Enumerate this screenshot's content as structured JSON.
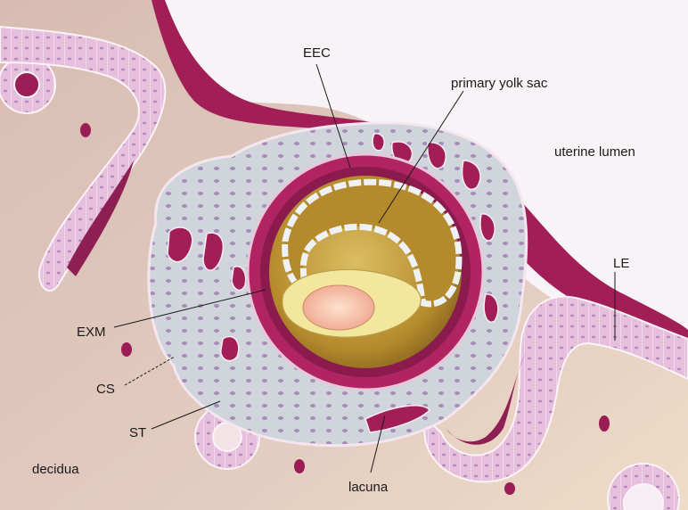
{
  "labels": {
    "eec": "EEC",
    "primary_yolk_sac": "primary yolk sac",
    "uterine_lumen": "uterine lumen",
    "le": "LE",
    "exm": "EXM",
    "cs": "CS",
    "st": "ST",
    "decidua": "decidua",
    "lacuna": "lacuna"
  },
  "colors": {
    "decidua": "#dcc2b8",
    "epithelium": "#e7c3dd",
    "epithelium_outline": "#fbf3f8",
    "lumen": "#8e1f52",
    "cytotrophoblast": "#cfd3d9",
    "syncytium": "#a31c55",
    "yolk_sac": "#c9a23c",
    "epiblast": "#f3e79e",
    "hypoblast_disc": "#f2b49d"
  }
}
